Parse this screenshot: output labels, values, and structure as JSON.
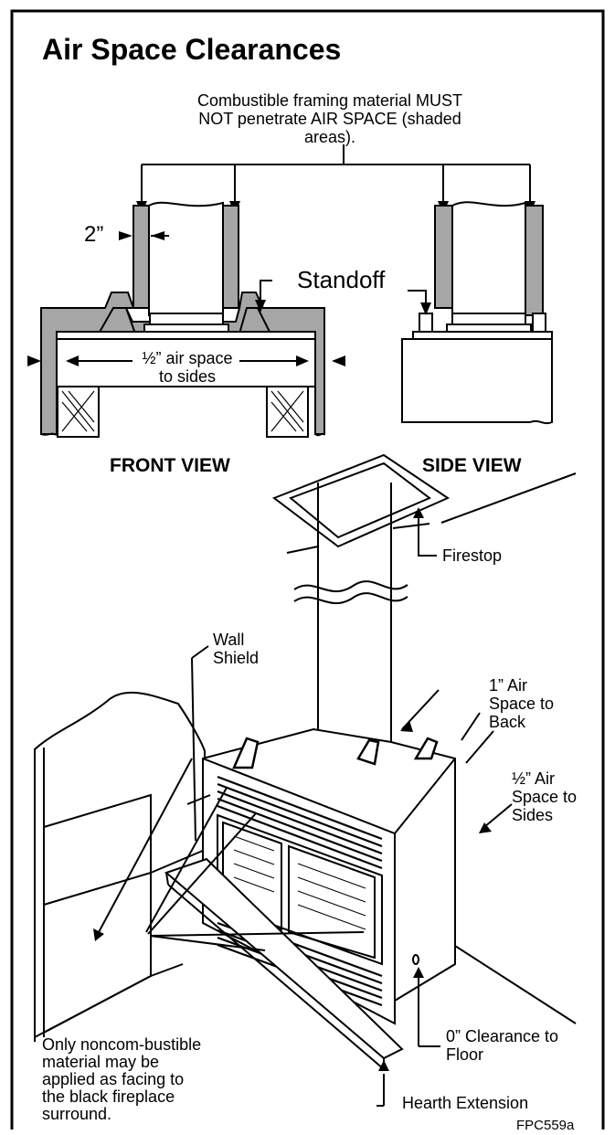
{
  "title": "Air Space Clearances",
  "note": "Combustible framing material MUST NOT penetrate AIR SPACE (shaded areas).",
  "front_view": {
    "heading": "FRONT VIEW",
    "dim_2in": "2”",
    "standoff": "Standoff",
    "half_air_space": "½” air space to sides"
  },
  "side_view": {
    "heading": "SIDE VIEW"
  },
  "labels": {
    "firestop": "Firestop",
    "wall_shield": "Wall Shield",
    "back_air": "1” Air Space to Back",
    "side_air": "½” Air Space to Sides",
    "floor_clear": "0” Clearance to Floor",
    "hearth": "Hearth Extension",
    "noncomb": "Only noncom-bustible material may be applied as facing to the black fireplace surround.",
    "figure_id": "FPC559a"
  },
  "colors": {
    "shade": "#a6a6a6",
    "line": "#000000"
  }
}
